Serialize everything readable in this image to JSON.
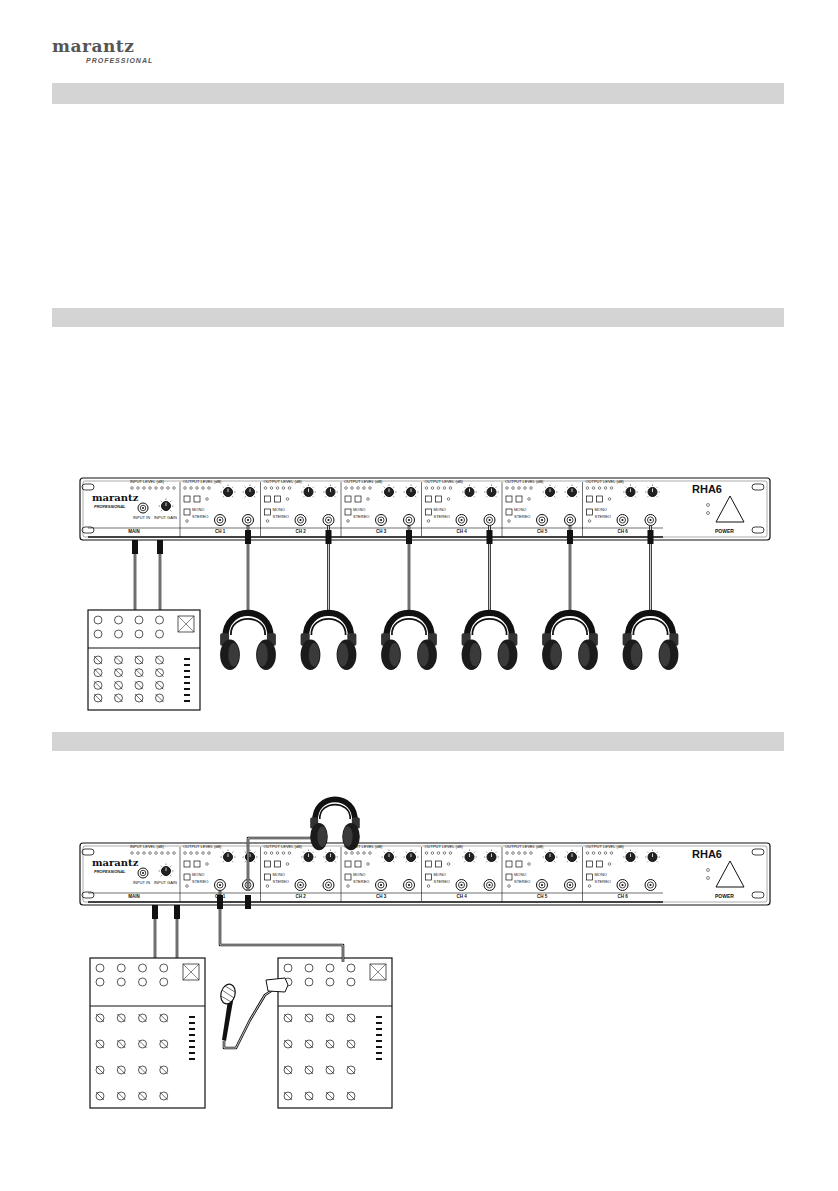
{
  "diagram": {
    "nodes": [
      {
        "text": [
          "RHA6",
          "POWER"
        ]
      },
      {
        "text": [
          "marantz",
          "PROFESSIONAL",
          "INPUT LEVEL (dB)",
          "INPUT IN",
          "INPUT GAIN",
          "MAIN"
        ],
        "in": 0
      },
      {
        "text": [
          "OUTPUT LEVEL (dB)",
          "MONO",
          "STEREO",
          "CH 1"
        ],
        "in": 0
      },
      {
        "text": [
          "OUTPUT LEVEL (dB)",
          "MONO",
          "STEREO",
          "CH 2"
        ],
        "in": 0
      },
      {
        "text": [
          "OUTPUT LEVEL (dB)",
          "MONO",
          "STEREO",
          "CH 3"
        ],
        "in": 0
      },
      {
        "text": [
          "OUTPUT LEVEL (dB)",
          "MONO",
          "STEREO",
          "CH 4"
        ],
        "in": 0
      },
      {
        "text": [
          "OUTPUT LEVEL (dB)",
          "MONO",
          "STEREO",
          "CH 5"
        ],
        "in": 0
      },
      {
        "text": [
          "OUTPUT LEVEL (dB)",
          "MONO",
          "STEREO",
          "CH 6"
        ],
        "in": 0
      },
      {
        "text": [
          "RHA6",
          "POWER"
        ]
      },
      {
        "text": [
          "marantz",
          "PROFESSIONAL",
          "INPUT LEVEL (dB)",
          "INPUT IN",
          "INPUT GAIN",
          "MAIN"
        ],
        "in": 8
      },
      {
        "text": [
          "OUTPUT LEVEL (dB)",
          "MONO",
          "STEREO",
          "CH 1"
        ],
        "in": 8
      },
      {
        "text": [
          "OUTPUT LEVEL (dB)",
          "MONO",
          "STEREO",
          "CH 2"
        ],
        "in": 8
      },
      {
        "text": [
          "OUTPUT LEVEL (dB)",
          "MONO",
          "STEREO",
          "CH 3"
        ],
        "in": 8
      },
      {
        "text": [
          "OUTPUT LEVEL (dB)",
          "MONO",
          "STEREO",
          "CH 4"
        ],
        "in": 8
      },
      {
        "text": [
          "OUTPUT LEVEL (dB)",
          "MONO",
          "STEREO",
          "CH 5"
        ],
        "in": 8
      },
      {
        "text": [
          "OUTPUT LEVEL (dB)",
          "MONO",
          "STEREO",
          "CH 6"
        ],
        "in": 8
      }
    ],
    "labels": [
      "marantz",
      "PROFESSIONAL"
    ]
  }
}
